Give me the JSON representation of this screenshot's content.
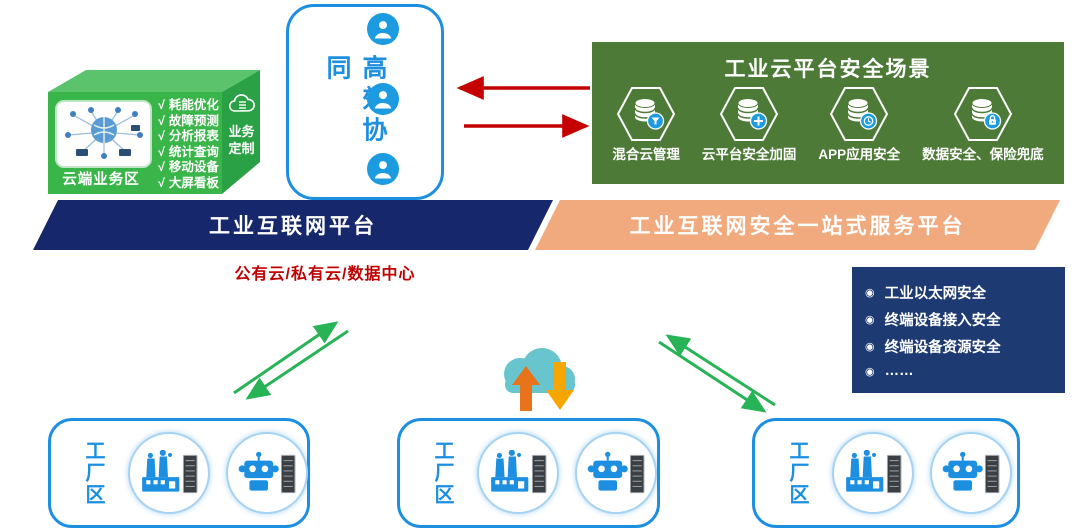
{
  "colors": {
    "box_green_front": "#3ab54a",
    "box_green_top": "#5cc36d",
    "box_green_side": "#2aa144",
    "panel_green": "#4d7a37",
    "banner_navy": "#16276b",
    "banner_orange": "#f0aa7e",
    "list_navy": "#1d3a73",
    "accent_blue": "#1d8fe1",
    "icon_blue": "#1e9be0",
    "arrow_red": "#c40000",
    "arrow_green": "#27b356",
    "text_red": "#c00000",
    "cloud_teal": "#68c5ce",
    "arrow_up_orange": "#e8731a",
    "arrow_down_yellow": "#f7a600"
  },
  "cloud_business_box": {
    "label": "云端业务区",
    "check_prefix": "√",
    "checklist": [
      "耗能优化",
      "故障预测",
      "分析报表",
      "统计查询",
      "移动设备",
      "大屏看板"
    ],
    "side_label": "业务定制"
  },
  "collaboration_box": {
    "label": "高效协同",
    "person_count": 3
  },
  "security_panel": {
    "title": "工业云平台安全场景",
    "items": [
      {
        "label": "混合云管理",
        "badge_icon": "filter-badge-icon"
      },
      {
        "label": "云平台安全加固",
        "badge_icon": "plus-badge-icon"
      },
      {
        "label": "APP应用安全",
        "badge_icon": "clock-badge-icon"
      },
      {
        "label": "数据安全、保险兜底",
        "badge_icon": "lock-badge-icon"
      }
    ]
  },
  "platform_banner": {
    "label": "工业互联网平台"
  },
  "security_banner": {
    "label": "工业互联网安全一站式服务平台"
  },
  "datacenter_label": "公有云/私有云/数据中心",
  "security_list": {
    "bullet": "◉",
    "items": [
      "工业以太网安全",
      "终端设备接入安全",
      "终端设备资源安全",
      "……"
    ]
  },
  "factory_zones": [
    {
      "label": "工厂区"
    },
    {
      "label": "工厂区"
    },
    {
      "label": "工厂区"
    }
  ]
}
